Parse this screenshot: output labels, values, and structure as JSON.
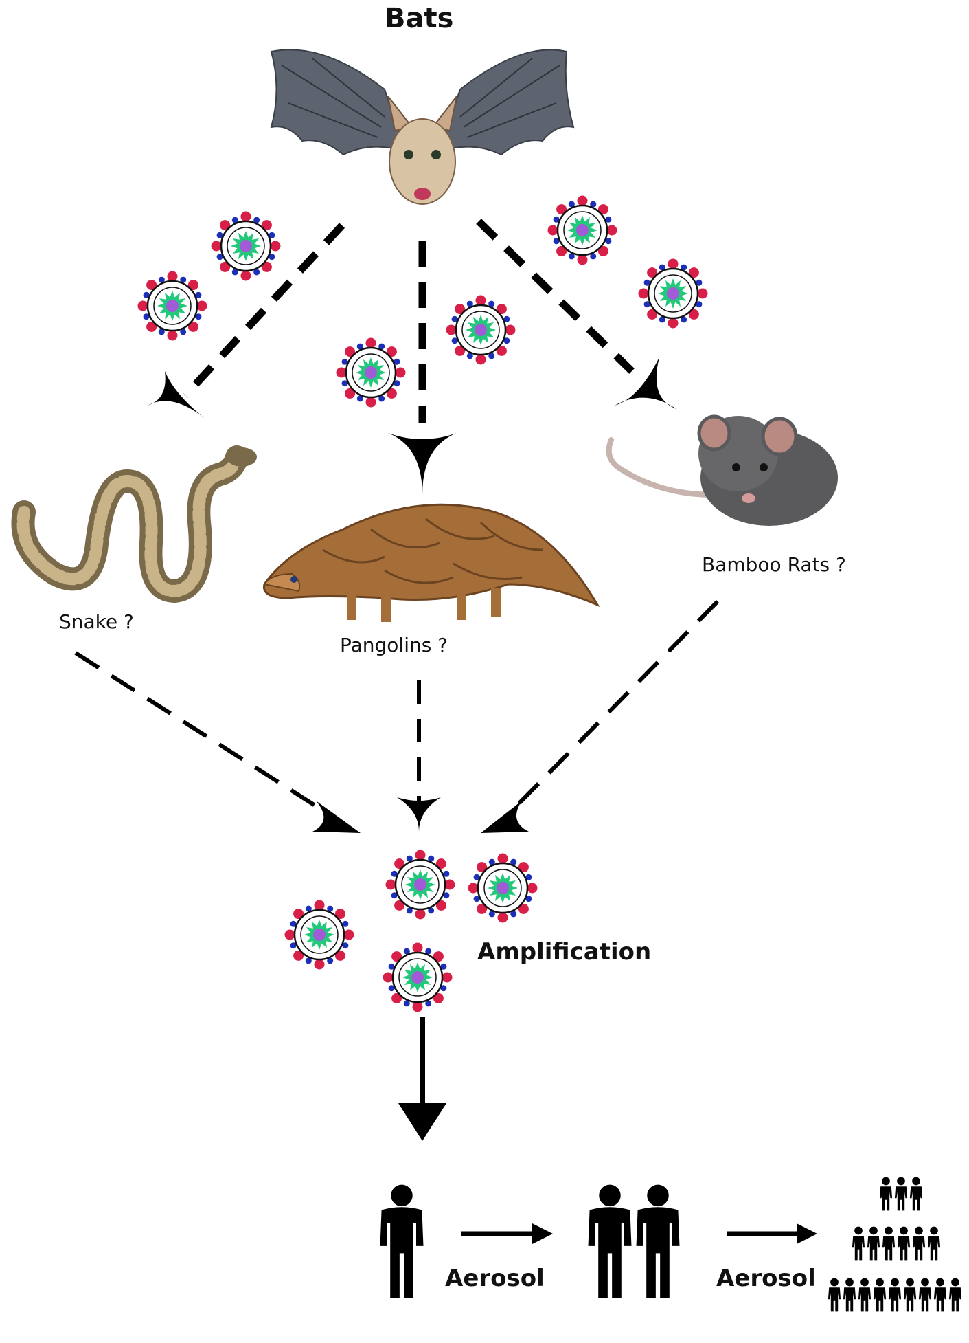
{
  "title": "Bats",
  "hosts": {
    "snake": "Snake ?",
    "pangolins": "Pangolins ?",
    "bamboo_rats": "Bamboo Rats ?"
  },
  "amplification": "Amplification",
  "transmission": {
    "step1": "Aerosol",
    "step2": "Aerosol"
  },
  "colors": {
    "virus_spike_red": "#d81f48",
    "virus_spike_blue": "#1b2fb8",
    "virus_core_green": "#22c97a",
    "virus_center_purple": "#a15bd6",
    "arrow": "#000000"
  }
}
